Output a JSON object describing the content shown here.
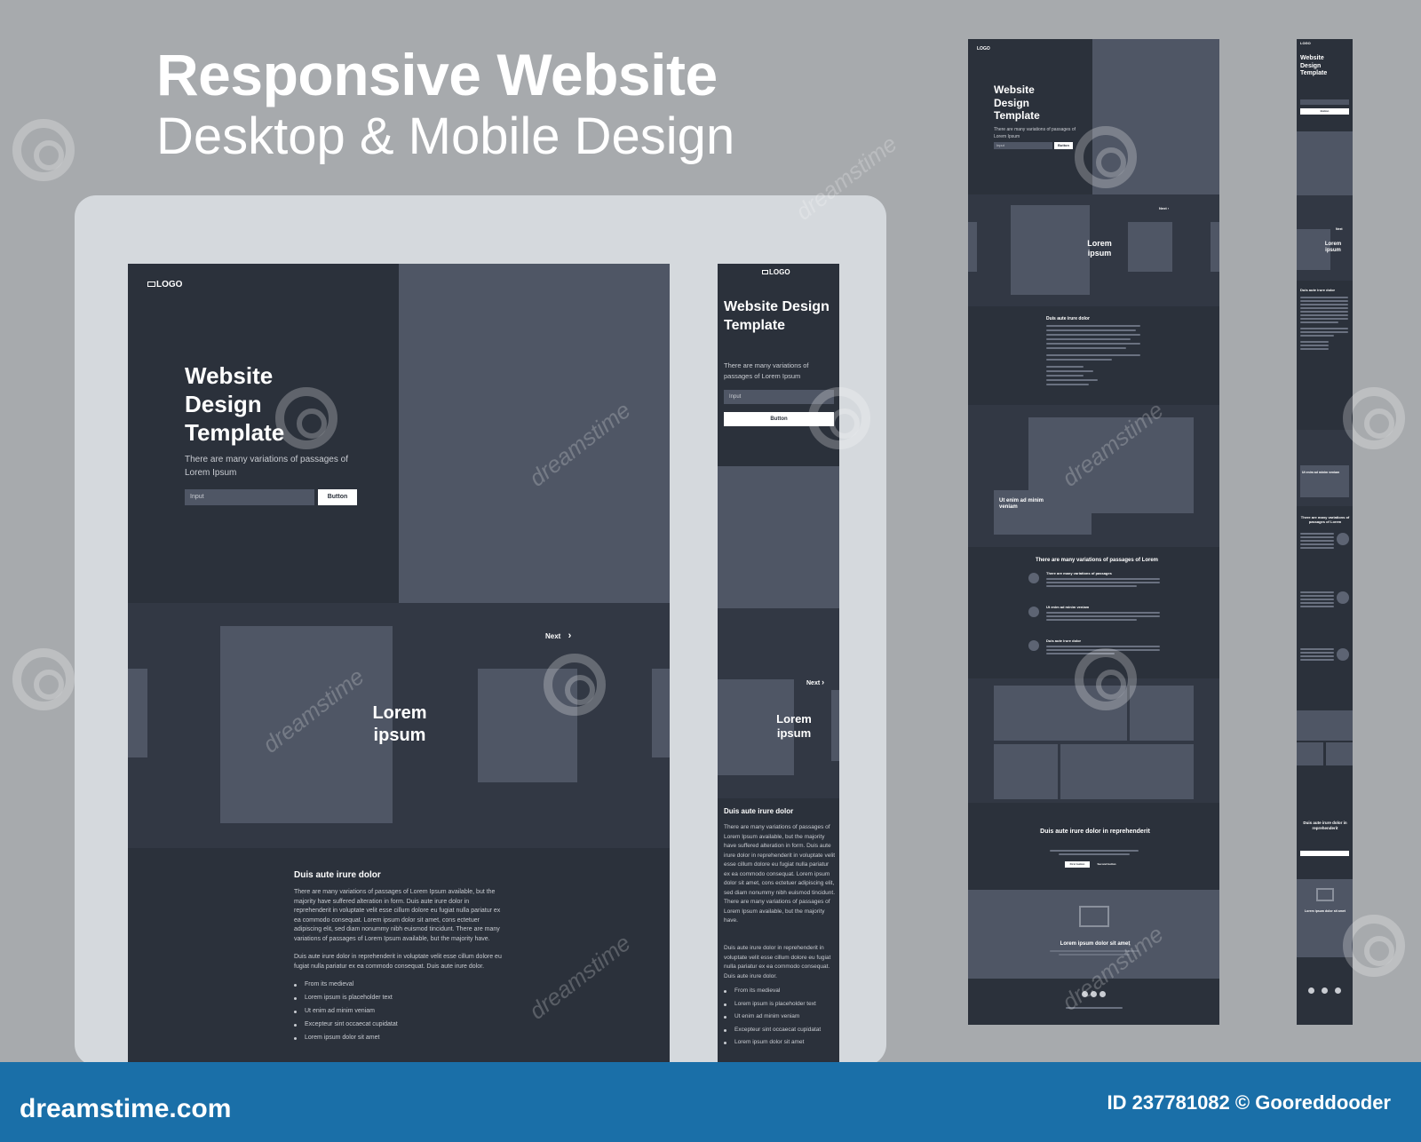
{
  "headline": {
    "title": "Responsive Website",
    "subtitle": "Desktop & Mobile Design"
  },
  "desktop": {
    "logo": "LOGO",
    "hero_title": "Website Design Template",
    "hero_text": "There are many variations of passages of Lorem Ipsum",
    "input_placeholder": "Input",
    "button_label": "Button",
    "next_label": "Next",
    "slider_title": "Lorem ipsum",
    "article_title": "Duis aute irure dolor",
    "article_p1": "There are many variations of passages of Lorem Ipsum available, but the majority have suffered alteration in form. Duis aute irure dolor in reprehenderit in voluptate velit esse cillum dolore eu fugiat nulla pariatur ex ea commodo consequat. Lorem ipsum dolor sit amet, cons ectetuer adipiscing elit, sed diam nonummy nibh euismod tincidunt. There are many variations of passages of Lorem Ipsum available, but the majority have.",
    "article_p2": "Duis aute irure dolor in reprehenderit in voluptate velit esse cillum dolore eu fugiat nulla pariatur ex ea commodo consequat. Duis aute irure dolor.",
    "bullets": [
      "From its medieval",
      "Lorem ipsum is placeholder text",
      "Ut enim ad minim veniam",
      "Excepteur sint occaecat cupidatat",
      "Lorem ipsum dolor sit amet"
    ]
  },
  "mobile": {
    "logo": "LOGO",
    "hero_title": "Website Design Template",
    "hero_text": "There are many variations of passages of Lorem Ipsum",
    "input_placeholder": "Input",
    "button_label": "Button",
    "next_label": "Next",
    "slider_title": "Lorem ipsum",
    "article_title": "Duis aute irure dolor",
    "article_p1": "There are many variations of passages of Lorem Ipsum available, but the majority have suffered alteration in form. Duis aute irure dolor in reprehenderit in voluptate velit esse cillum dolore eu fugiat nulla pariatur ex ea commodo consequat. Lorem ipsum dolor sit amet, cons ectetuer adipiscing elit, sed diam nonummy nibh euismod tincidunt. There are many variations of passages of Lorem Ipsum available, but the majority have.",
    "article_p2": "Duis aute irure dolor in reprehenderit in voluptate velit esse cillum dolore eu fugiat nulla pariatur ex ea commodo consequat. Duis aute irure dolor.",
    "bullets": [
      "From its medieval",
      "Lorem ipsum is placeholder text",
      "Ut enim ad minim veniam",
      "Excepteur sint occaecat cupidatat",
      "Lorem ipsum dolor sit amet"
    ]
  },
  "tablet": {
    "logo": "LOGO",
    "hero_title": "Website Design Template",
    "hero_text": "There are many variations of passages of Lorem Ipsum",
    "input_placeholder": "Input",
    "button_label": "Button",
    "next_label": "Next",
    "slider_title": "Lorem ipsum",
    "article_title": "Duis aute irure dolor",
    "card_title": "Ut enim ad minim veniam",
    "features_title": "There are many variations of passages of Lorem",
    "features": [
      "There are many variations of passages",
      "Ut enim ad minim veniam",
      "Duis aute irure dolor"
    ],
    "cta_title": "Duis aute irure dolor in reprehenderit",
    "cta_primary": "First button",
    "cta_secondary": "Second button",
    "gallery_title": "Lorem ipsum dolor sit amet"
  },
  "narrow": {
    "logo": "LOGO",
    "hero_title": "Website Design Template",
    "button_label": "Button",
    "next_label": "Next",
    "slider_title": "Lorem ipsum",
    "article_title": "Duis aute irure dolor",
    "card_title": "Ut enim ad minim veniam",
    "features_title": "There are many variations of passages of Lorem",
    "cta_title": "Duis aute irure dolor in reprehenderit",
    "gallery_title": "Lorem ipsum dolor sit amet"
  },
  "footer": {
    "brand": "dreamstime.com",
    "credit": "ID 237781082 © Gooreddooder"
  },
  "watermark": "dreamstime"
}
